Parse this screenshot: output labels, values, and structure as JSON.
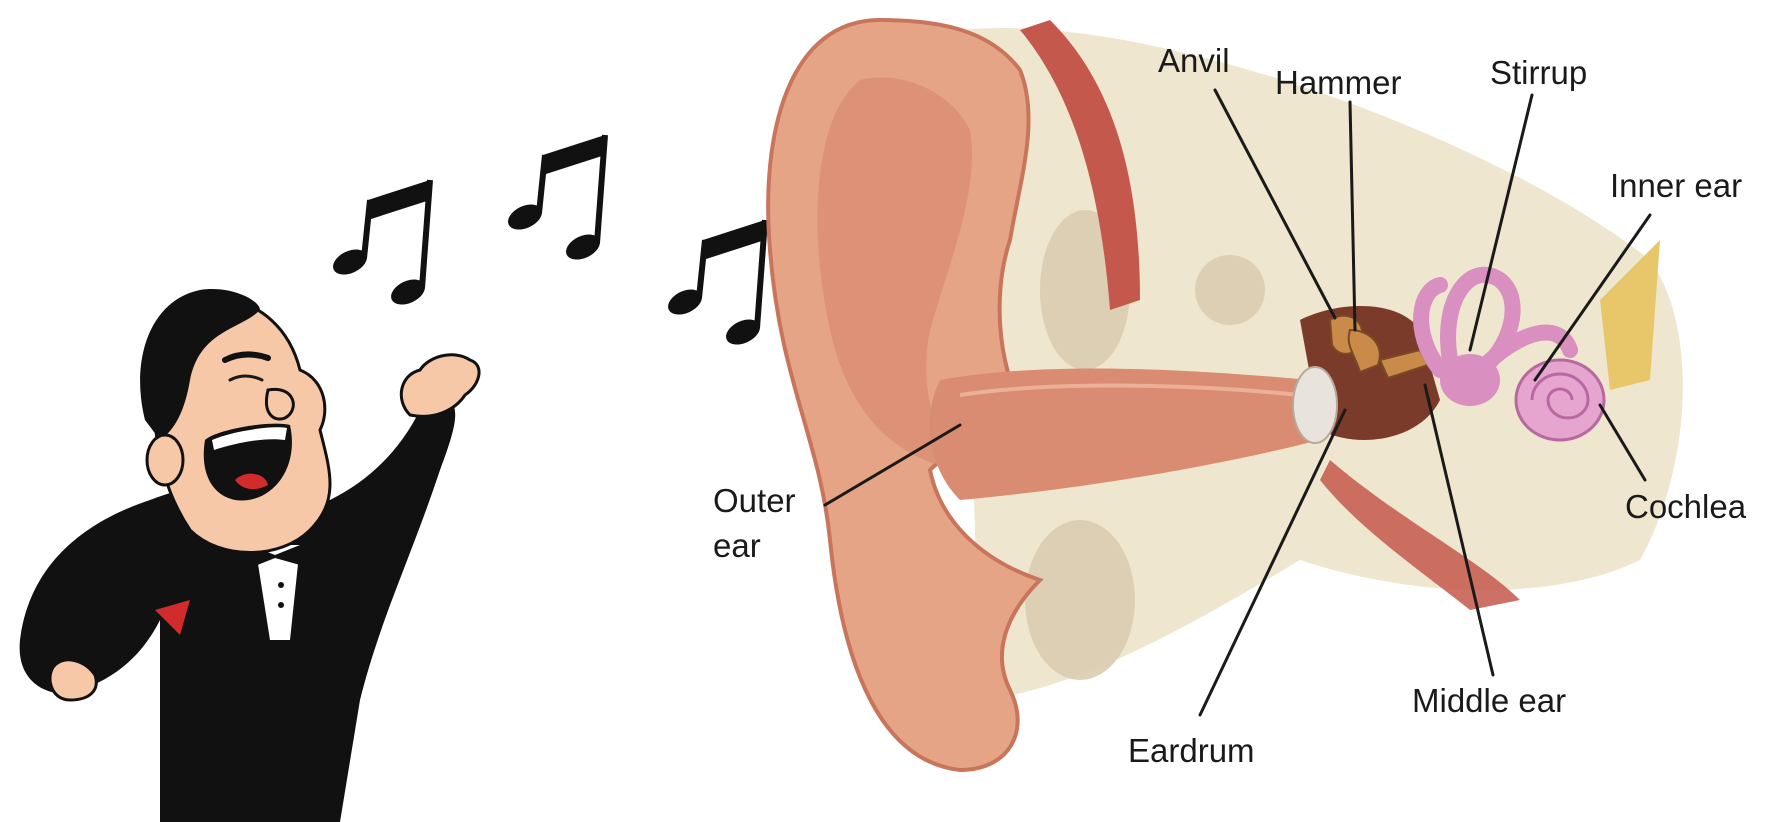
{
  "diagram": {
    "labels": {
      "anvil": "Anvil",
      "hammer": "Hammer",
      "stirrup": "Stirrup",
      "inner_ear": "Inner ear",
      "cochlea": "Cochlea",
      "outer_ear_line1": "Outer",
      "outer_ear_line2": "ear",
      "eardrum": "Eardrum",
      "middle_ear": "Middle ear"
    },
    "colors": {
      "skin": "#e6a487",
      "skin_dark": "#c9755c",
      "canal": "#d98c72",
      "bone": "#efe6cf",
      "bone_texture": "#d9ccb0",
      "muscle": "#c4584c",
      "inner_ear": "#d98fc0",
      "ossicles": "#c98a4a",
      "tendon": "#e8c66a",
      "tuxedo": "#111111",
      "singer_skin": "#f6c8a8",
      "pocket_square": "#d22b2b"
    }
  }
}
